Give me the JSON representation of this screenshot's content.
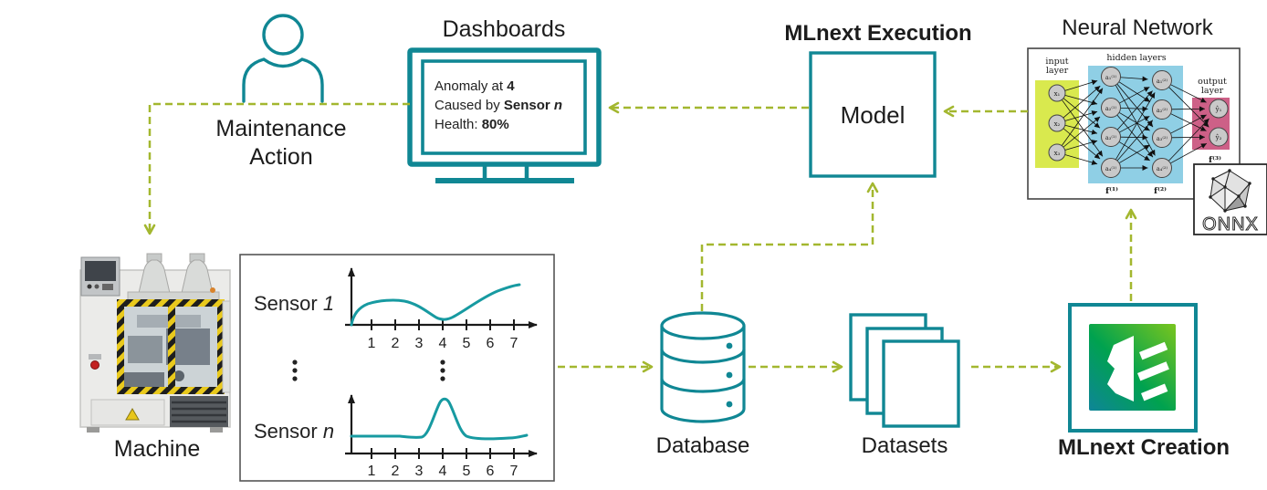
{
  "labels": {
    "dashboards": "Dashboards",
    "maintenance_line1": "Maintenance",
    "maintenance_line2": "Action",
    "mlnext_execution": "MLnext Execution",
    "neural_network": "Neural Network",
    "model": "Model",
    "machine": "Machine",
    "database": "Database",
    "datasets": "Datasets",
    "mlnext_creation": "MLnext Creation"
  },
  "monitor": {
    "line1_text": "Anomaly at ",
    "line1_value": "4",
    "line2_text": "Caused by ",
    "line2_bold": "Sensor ",
    "line2_var": "n",
    "line3_text": "Health: ",
    "line3_value": "80%"
  },
  "sensors": {
    "sensor1_label": "Sensor ",
    "sensor1_var": "1",
    "sensorn_label": "Sensor ",
    "sensorn_var": "n",
    "ticks": [
      "1",
      "2",
      "3",
      "4",
      "5",
      "6",
      "7"
    ]
  },
  "nn": {
    "input_layer_1": "input",
    "input_layer_2": "layer",
    "hidden_layers": "hidden layers",
    "output_layer_1": "output",
    "output_layer_2": "layer",
    "inputs": [
      "x₁",
      "x₂",
      "x₃"
    ],
    "hidden1": [
      "a₁⁽¹⁾",
      "a₂⁽¹⁾",
      "a₃⁽¹⁾",
      "a₄⁽¹⁾"
    ],
    "hidden2": [
      "a₁⁽²⁾",
      "a₂⁽²⁾",
      "a₃⁽²⁾",
      "a₄⁽²⁾"
    ],
    "outputs": [
      "ŷ₁",
      "ŷ₂"
    ],
    "f1": "f⁽¹⁾",
    "f2": "f⁽²⁾",
    "f3": "f⁽³⁾",
    "onnx": "ONNX"
  },
  "colors": {
    "teal": "#108794",
    "curve_teal": "#179aa1",
    "olive": "#a3b72f",
    "nn_input_bg": "#d9e94e",
    "nn_hidden_bg": "#8fcfe5",
    "nn_output_bg": "#cd6087"
  }
}
